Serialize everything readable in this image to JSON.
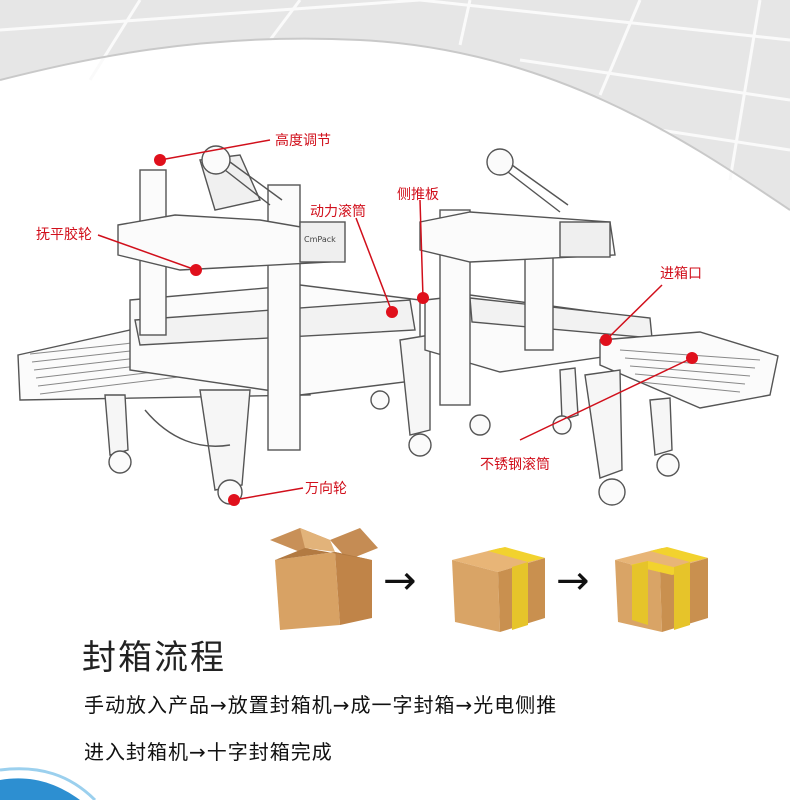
{
  "callouts": [
    {
      "id": "height",
      "text": "高度调节"
    },
    {
      "id": "flatten",
      "text": "抚平胶轮"
    },
    {
      "id": "power",
      "text": "动力滚筒"
    },
    {
      "id": "side",
      "text": "侧推板"
    },
    {
      "id": "inlet",
      "text": "进箱口"
    },
    {
      "id": "steel",
      "text": "不锈钢滚筒"
    },
    {
      "id": "caster",
      "text": "万向轮"
    }
  ],
  "machine_badge": "CmPack",
  "arrows": [
    "→",
    "→"
  ],
  "process": {
    "title": "封箱流程",
    "line1": "手动放入产品→放置封箱机→成一字封箱→光电侧推",
    "line2": "进入封箱机→十字封箱完成"
  },
  "colors": {
    "accent": "#d10f1b",
    "tape": "#f2d22e",
    "box": "#d9a466",
    "floor": "#e5e5e5"
  }
}
